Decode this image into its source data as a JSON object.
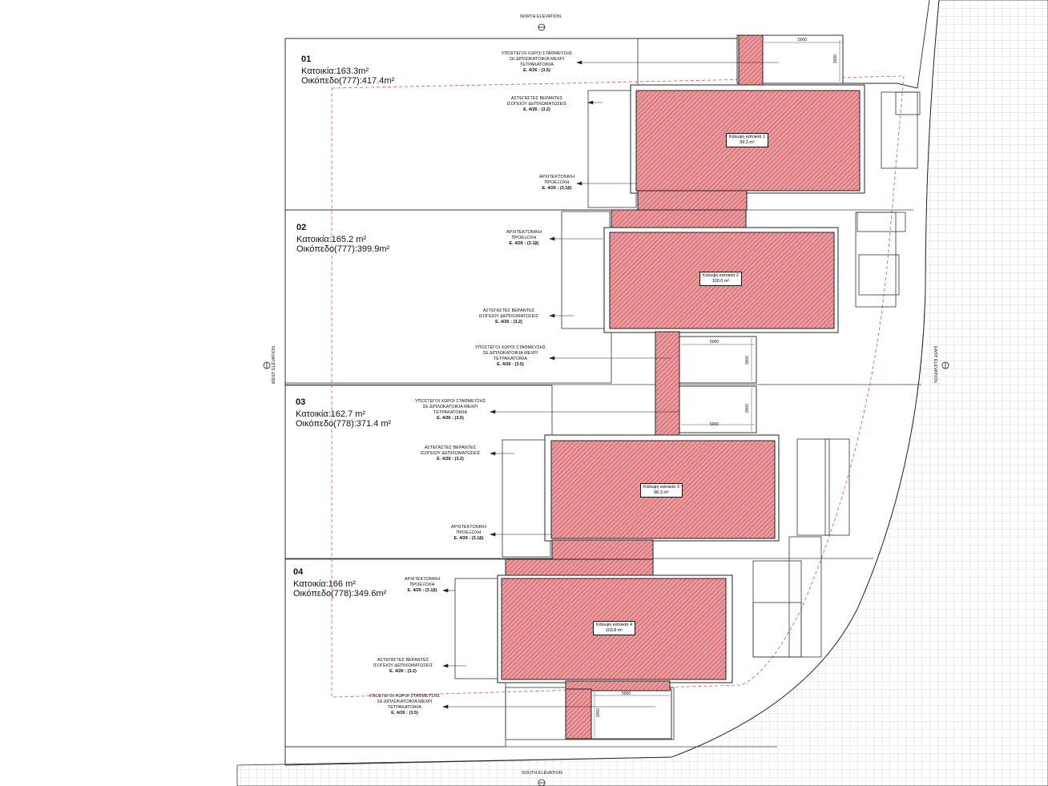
{
  "elevations": {
    "north": "NORTH ELEVATION",
    "south": "SOUTH ELEVATION",
    "west": "WEST ELEVATION",
    "east": "EAST ELEVATION"
  },
  "plots": [
    {
      "number": "01",
      "house": "Κατοικία:163.3m²",
      "land": "Οικόπεδο(777):417.4m²"
    },
    {
      "number": "02",
      "house": "Κατοικία:165.2 m²",
      "land": "Οικόπεδο(777):399.9m²"
    },
    {
      "number": "03",
      "house": "Κατοικία:162.7 m²",
      "land": "Οικόπεδο(778):371.4 m²"
    },
    {
      "number": "04",
      "house": "Κατοικία:166 m²",
      "land": "Οικόπεδο(778):349.6m²"
    }
  ],
  "coverage": [
    {
      "title": "Κάλυψη κατοικία 1",
      "area": "99.3 m²"
    },
    {
      "title": "Κάλυψη κατοικία 2",
      "area": "100.6 m²"
    },
    {
      "title": "Κάλυψη κατοικία 3",
      "area": "98.3 m²"
    },
    {
      "title": "Κάλυψη κατοικία 4",
      "area": "103.8 m²"
    }
  ],
  "notes": {
    "parking": {
      "lines": [
        "ΥΠΟΣΤΕΓΟΙ ΧΩΡΟΙ ΣΤΑΘΜΕΥΣΗΣ",
        "ΣΕ ΔΙΠΛΟΚΑΤΟΙΚΙΑ ΜΕΧΡΙ",
        "ΤΕΤΡΑΚΑΤΟΙΚΙΑ"
      ],
      "ref": "Ε. 4/26 : (3.5)"
    },
    "verandas": {
      "lines": [
        "ΑΣΤΕΓΑΣΤΕΣ ΒΕΡΑΝΤΕΣ",
        "ΙΣΟΓΕΙΟΥ &ΕΠΙΧΩΜΑΤΩΣΕΙΣ"
      ],
      "ref": "Ε. 4/26 : (3.2)"
    },
    "projection": {
      "lines": [
        "ΑΡΧΙΤΕΚΤΟΝΙΚΗ",
        "ΠΡΟΕΞΟΧΗ"
      ],
      "ref": "Ε. 4/26 : (3.1β)"
    }
  },
  "dimensions": {
    "width": "5000",
    "depth": "3000"
  }
}
